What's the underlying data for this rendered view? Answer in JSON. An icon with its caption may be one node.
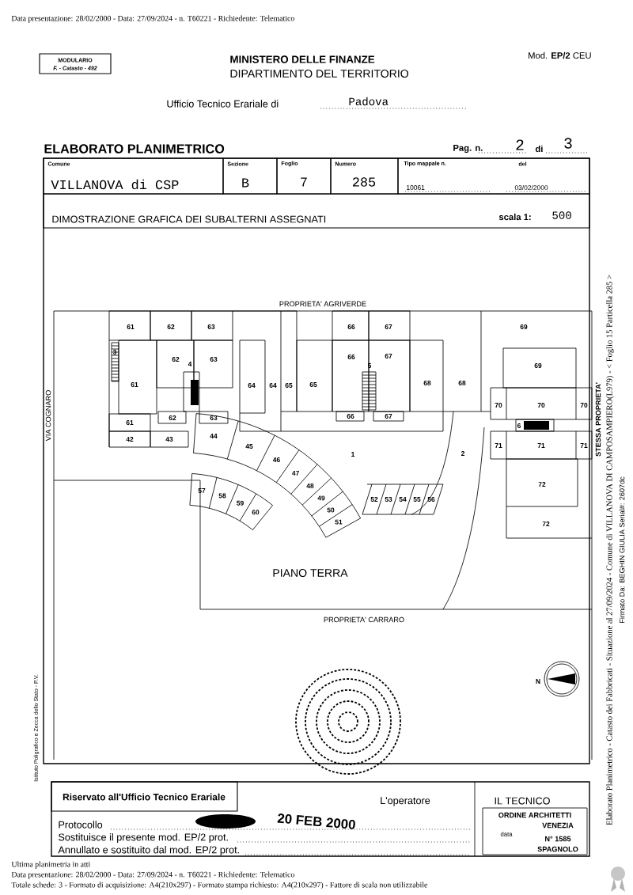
{
  "diagram": {
    "title": "ELABORATO PLANIMETRICO",
    "nodes": [
      {
        "text": [
          "MODULARIO",
          "F. - Catasto - 492"
        ]
      },
      {
        "text": [
          "Comune",
          "VILLANOVA di CSP"
        ]
      },
      {
        "text": [
          "Sezione",
          "B"
        ]
      },
      {
        "text": [
          "Foglio",
          "7"
        ]
      },
      {
        "text": [
          "Numero",
          "285"
        ]
      },
      {
        "text": [
          "Tipo mappale n.",
          "10061",
          "del",
          "03/02/2000"
        ]
      },
      {
        "text": [
          "DIMOSTRAZIONE GRAFICA DEI SUBALTERNI ASSEGNATI",
          "scala 1:",
          "500"
        ]
      },
      {
        "text": [
          "Riservato all'Ufficio Tecnico Erariale"
        ]
      }
    ],
    "labels": [
      "Data presentazione: 28/02/2000 - Data: 27/09/2024 - n. T60221 - Richiedente: Telematico",
      "MINISTERO DELLE FINANZE",
      "DIPARTIMENTO DEL TERRITORIO",
      "Mod. **EP/2** CEU",
      "Ufficio Tecnico Erariale di",
      "Padova",
      "Pag. n.",
      "2",
      "di",
      "3",
      "PROPRIETA' AGRIVERDE",
      "VIA COGNARO",
      "61",
      "62",
      "63",
      "66",
      "67",
      "69",
      "3",
      "62",
      "4",
      "63",
      "66",
      "5",
      "67",
      "69",
      "61",
      "64",
      "64",
      "65",
      "65",
      "68",
      "68",
      "70",
      "70",
      "70",
      "61",
      "62",
      "63",
      "66",
      "67",
      "6",
      "42",
      "43",
      "44",
      "45",
      "1",
      "2",
      "71",
      "71",
      "71",
      "46",
      "47",
      "57",
      "58",
      "48",
      "72",
      "59",
      "60",
      "49",
      "50",
      "51",
      "52",
      "53",
      "54",
      "55",
      "56",
      "72",
      "STESSA PROPRIETA'",
      "PROPRIETA' CARRARO",
      "PIANO TERRA",
      "N",
      "L'operatore",
      "IL TECNICO",
      "20 FEB 2000",
      "ORDINE ARCHITETTI",
      "Protocollo",
      "VENEZIA",
      "data",
      "N° 1585",
      "Sostituisce il presente mod. EP/2 prot.",
      "Annullato e sostituito dal mod. EP/2 prot.",
      "SPAGNOLO",
      "Istituto Poligrafico e Zecca dello Stato - P.V.",
      "Elaborato Planimetrico - Catasto dei Fabbricati - Situazione al 27/09/2024 - Comune di VILLANOVA DI CAMPOSAMPIERO(L979) - < Foglio 15 Particella 285 >",
      "Firmato Da: BEGHIN GIULIA Serial#: 2607dc",
      "Ultima planimetria in atti",
      "Data presentazione: 28/02/2000 - Data: 27/09/2024 - n. T60221 - Richiedente: Telematico",
      "Totale schede: 3 - Formato di acquisizione: A4(210x297) - Formato stampa richiesto: A4(210x297) - Fattore di scala non utilizzabile"
    ]
  }
}
